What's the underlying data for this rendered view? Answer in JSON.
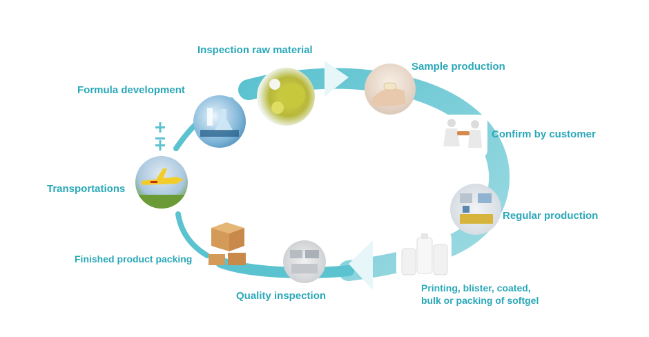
{
  "colors": {
    "ring": "#5bc2cf",
    "ring_light": "#9fdbe3",
    "label": "#2aa8b8"
  },
  "steps": [
    {
      "id": "formula",
      "label": "Formula development",
      "icon": "lab-flasks-icon"
    },
    {
      "id": "raw",
      "label": "Inspection raw material",
      "icon": "raw-powder-icon"
    },
    {
      "id": "sample",
      "label": "Sample production",
      "icon": "hand-holding-pill-icon"
    },
    {
      "id": "confirm",
      "label": "Confirm by customer",
      "icon": "handover-figures-icon"
    },
    {
      "id": "regular",
      "label": "Regular production",
      "icon": "factory-line-icon"
    },
    {
      "id": "printing",
      "label_line1": "Printing, blister, coated,",
      "label_line2": "bulk or packing of softgel",
      "icon": "white-bottles-icon"
    },
    {
      "id": "quality",
      "label": "Quality inspection",
      "icon": "inspection-room-icon"
    },
    {
      "id": "packing",
      "label": "Finished product packing",
      "icon": "cardboard-boxes-icon"
    },
    {
      "id": "transport",
      "label": "Transportations",
      "icon": "cargo-plane-icon"
    }
  ]
}
